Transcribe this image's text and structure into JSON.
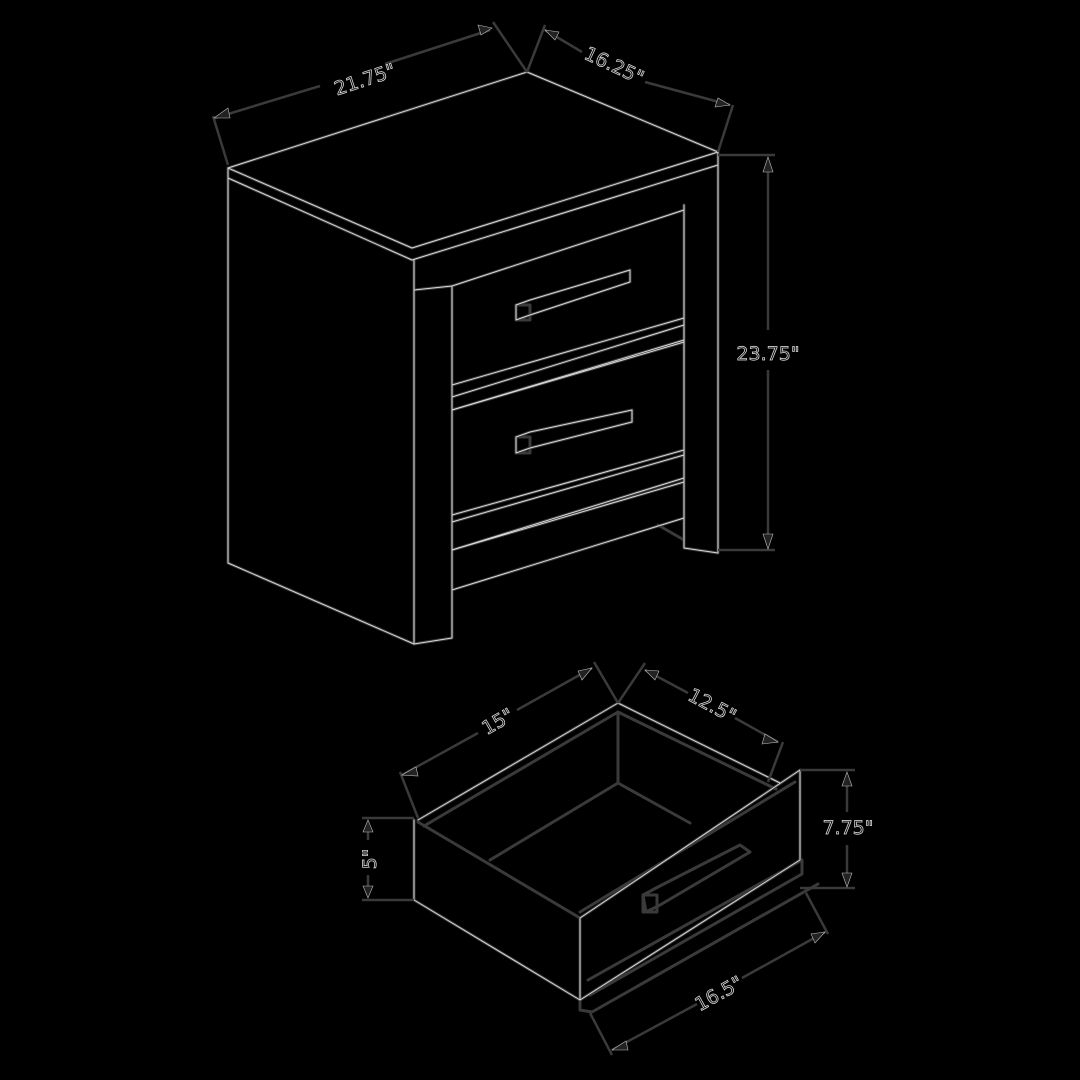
{
  "diagram": {
    "subject": "Nightstand with two drawers – dimension drawing",
    "background": "#000000",
    "line_color": "#3a3a3a",
    "nightstand": {
      "width_label": "21.75\"",
      "depth_label": "16.25\"",
      "height_label": "23.75\""
    },
    "drawer": {
      "inner_width_label": "15\"",
      "inner_depth_label": "12.5\"",
      "side_height_label": "5\"",
      "front_height_label": "7.75\"",
      "front_width_label": "16.5\""
    }
  }
}
